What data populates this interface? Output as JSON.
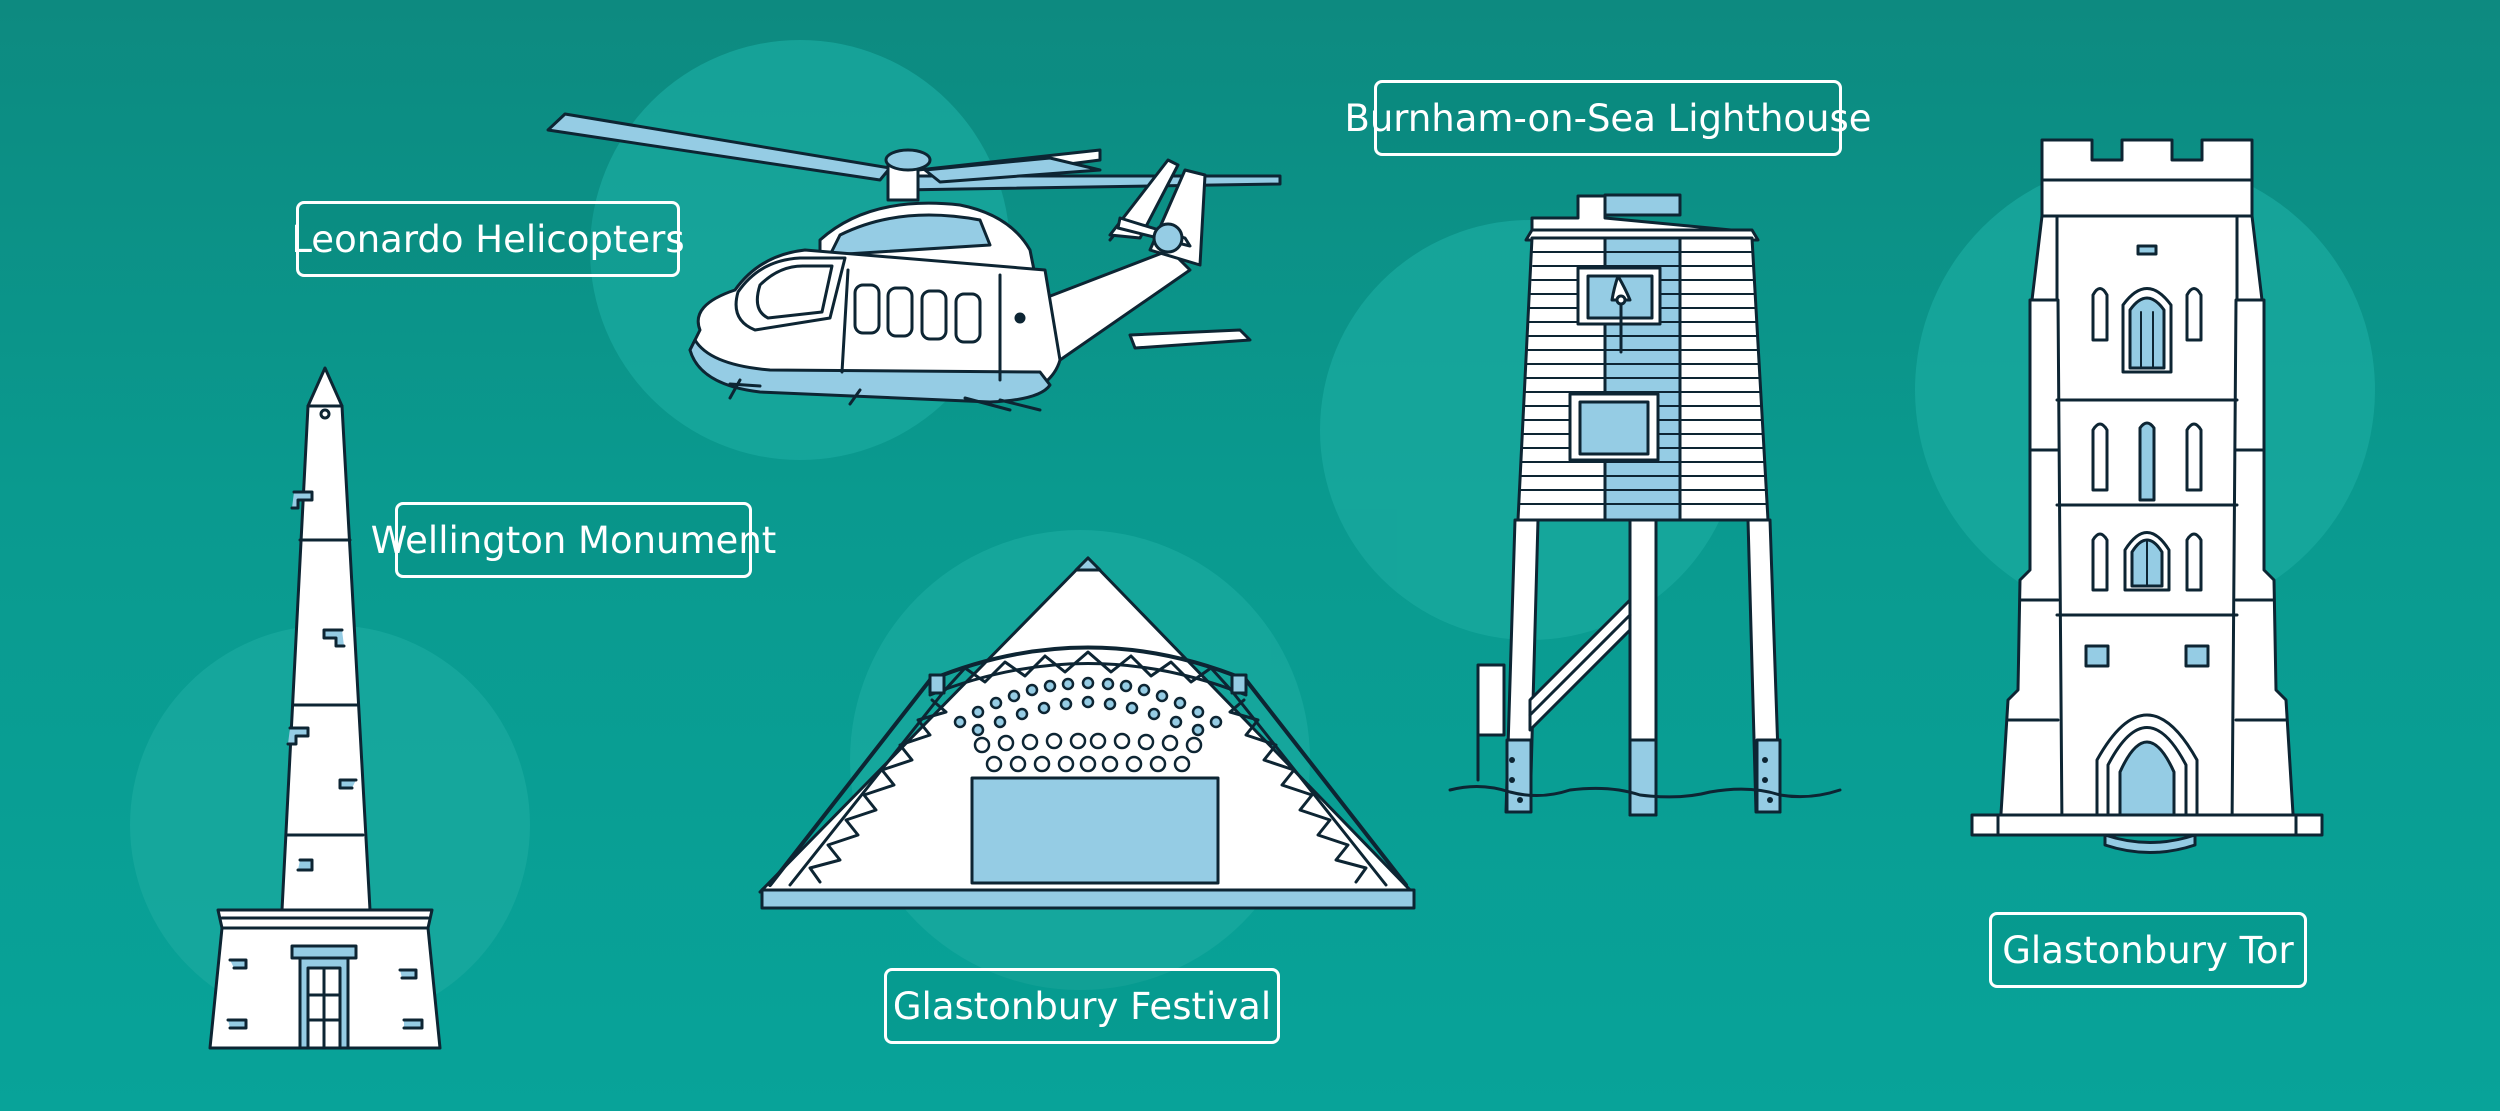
{
  "colors": {
    "background": "#0b9288",
    "halo": "#19a99f",
    "outline": "#0d2533",
    "fill_white": "#ffffff",
    "fill_blue": "#95cce4"
  },
  "labels": {
    "helicopter": "Leonardo Helicopters",
    "monument": "Wellington Monument",
    "lighthouse": "Burnham-on-Sea Lighthouse",
    "festival": "Glastonbury Festival",
    "tor": "Glastonbury Tor"
  },
  "illustrations": [
    {
      "name": "helicopter-illustration",
      "depicts": "Leonardo helicopter"
    },
    {
      "name": "monument-illustration",
      "depicts": "Wellington Monument obelisk"
    },
    {
      "name": "festival-illustration",
      "depicts": "Glastonbury Festival pyramid stage"
    },
    {
      "name": "lighthouse-illustration",
      "depicts": "Burnham-on-Sea wooden lighthouse on legs"
    },
    {
      "name": "tor-illustration",
      "depicts": "Glastonbury Tor church tower"
    }
  ]
}
